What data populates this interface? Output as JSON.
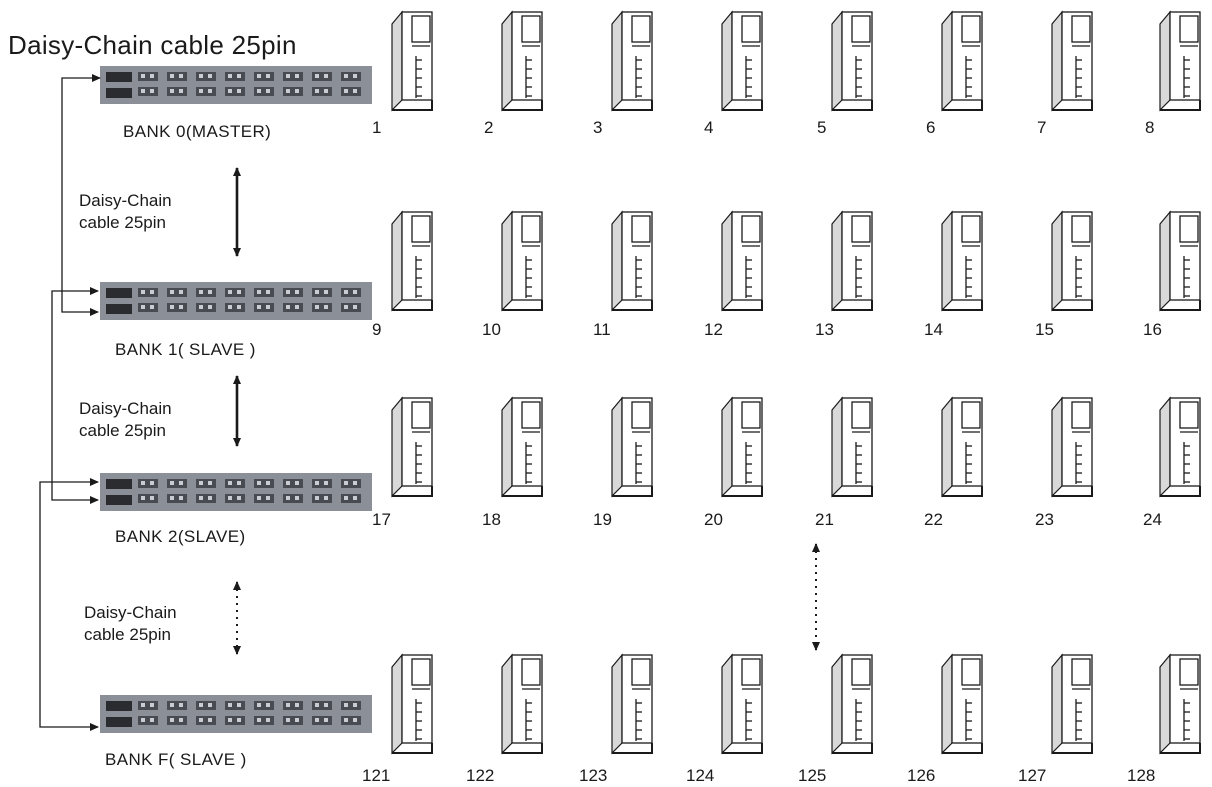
{
  "title": "Daisy-Chain cable 25pin",
  "cable_label": "Daisy-Chain\ncable 25pin",
  "banks": [
    {
      "label": "BANK 0(MASTER)"
    },
    {
      "label": "BANK 1( SLAVE )"
    },
    {
      "label": "BANK 2(SLAVE)"
    },
    {
      "label": "BANK F( SLAVE )"
    }
  ],
  "cable_links": [
    {
      "label": "Daisy-Chain\ncable 25pin",
      "style": "solid"
    },
    {
      "label": "Daisy-Chain\ncable 25pin",
      "style": "solid"
    },
    {
      "label": "Daisy-Chain\ncable 25pin",
      "style": "dotted"
    }
  ],
  "computer_rows": [
    [
      "1",
      "2",
      "3",
      "4",
      "5",
      "6",
      "7",
      "8"
    ],
    [
      "9",
      "10",
      "11",
      "12",
      "13",
      "14",
      "15",
      "16"
    ],
    [
      "17",
      "18",
      "19",
      "20",
      "21",
      "22",
      "23",
      "24"
    ],
    [
      "121",
      "122",
      "123",
      "124",
      "125",
      "126",
      "127",
      "128"
    ]
  ],
  "colors": {
    "line": "#1a1a1a",
    "switch_body": "#8a8f98",
    "switch_port": "#3c3f45",
    "tower_front": "#ffffff",
    "tower_side": "#d9d9d9"
  }
}
